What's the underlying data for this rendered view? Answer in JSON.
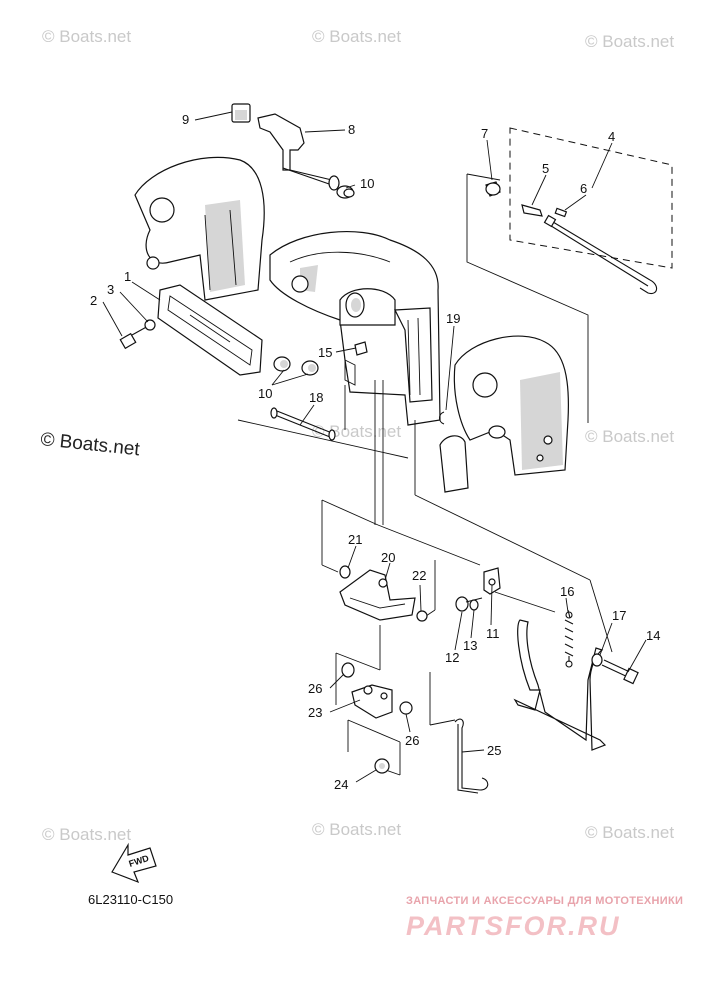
{
  "watermarks": {
    "small": "© Boats.net",
    "large": "© Boats.net"
  },
  "callouts": {
    "p1": "1",
    "p2": "2",
    "p3": "3",
    "p4": "4",
    "p5": "5",
    "p6": "6",
    "p7": "7",
    "p8": "8",
    "p9": "9",
    "p10a": "10",
    "p10b": "10",
    "p11": "11",
    "p12": "12",
    "p13": "13",
    "p14": "14",
    "p15": "15",
    "p16": "16",
    "p17": "17",
    "p18": "18",
    "p19": "19",
    "p20": "20",
    "p21": "21",
    "p22": "22",
    "p23": "23",
    "p24": "24",
    "p25": "25",
    "p26a": "26",
    "p26b": "26"
  },
  "fwd_label": "FWD",
  "diagram_code": "6L23110-C150",
  "brand": {
    "tagline": "ЗАПЧАСТИ И АКСЕССУАРЫ ДЛЯ МОТОТЕХНИКИ",
    "name": "PARTSFOR.RU"
  },
  "colors": {
    "ink": "#111111",
    "watermark": "#c9c9c9",
    "brand": "#f3c0c5"
  }
}
